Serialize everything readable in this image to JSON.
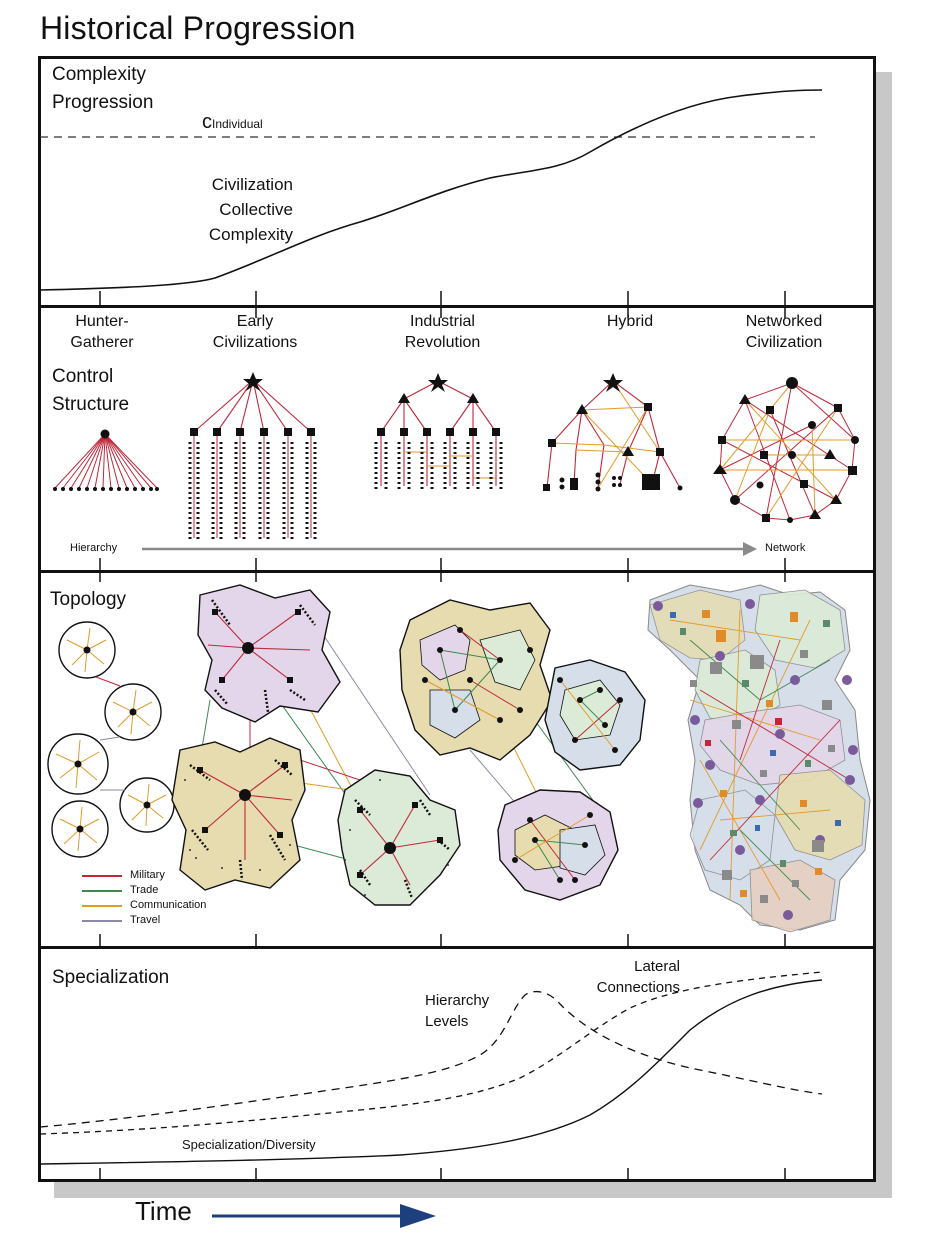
{
  "page": {
    "title": "Historical Progression",
    "time_label": "Time"
  },
  "complexity": {
    "heading_line1": "Complexity",
    "heading_line2": "Progression",
    "c_symbol": "c",
    "c_subscript": "Individual",
    "curve_label": [
      "Civilization",
      "Collective",
      "Complexity"
    ]
  },
  "control": {
    "heading_line1": "Control",
    "heading_line2": "Structure",
    "eras": [
      {
        "line1": "Hunter-",
        "line2": "Gatherer"
      },
      {
        "line1": "Early",
        "line2": "Civilizations"
      },
      {
        "line1": "Industrial",
        "line2": "Revolution"
      },
      {
        "line1": "Hybrid",
        "line2": ""
      },
      {
        "line1": "Networked",
        "line2": "Civilization"
      }
    ],
    "axis_left": "Hierarchy",
    "axis_right": "Network"
  },
  "topology": {
    "heading": "Topology",
    "legend": [
      {
        "label": "Military",
        "color": "#c0283a"
      },
      {
        "label": "Trade",
        "color": "#3f8a4f"
      },
      {
        "label": "Communication",
        "color": "#e39a2a"
      },
      {
        "label": "Travel",
        "color": "#8a8aa8"
      }
    ]
  },
  "specialization": {
    "heading": "Specialization",
    "hierarchy_label": [
      "Hierarchy",
      "Levels"
    ],
    "lateral_label": [
      "Lateral",
      "Connections"
    ],
    "diversity_label": "Specialization/Diversity"
  },
  "colors": {
    "arrow": "#1d3f7e",
    "gray_arrow": "#8a8a8a",
    "region_purple": "#e4d6ea",
    "region_tan": "#e6dcb0",
    "region_green": "#dcebd8",
    "region_blue": "#d6dfe9"
  }
}
